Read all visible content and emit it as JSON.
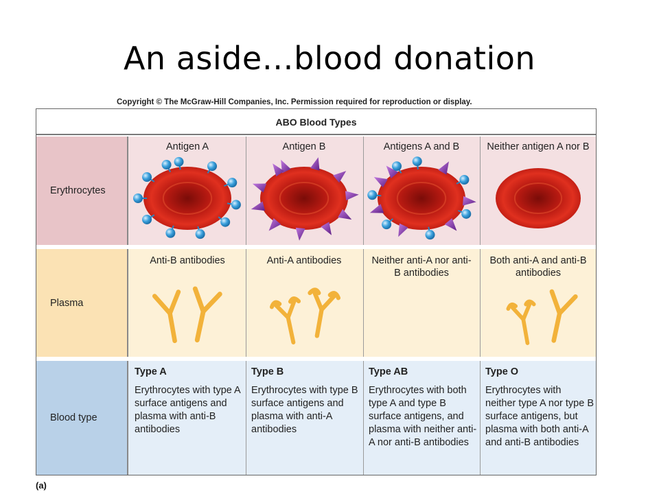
{
  "slide": {
    "title": "An aside…blood donation",
    "copyright": "Copyright © The McGraw-Hill Companies, Inc. Permission required for reproduction or display.",
    "figure_label": "(a)"
  },
  "table": {
    "header": "ABO Blood Types",
    "row_labels": {
      "erythrocytes": "Erythrocytes",
      "plasma": "Plasma",
      "blood_type": "Blood type"
    },
    "columns": [
      {
        "antigen": "Antigen A",
        "antibodies": "Anti-B antibodies",
        "type_name": "Type A",
        "description": "Erythrocytes with type A surface antigens and plasma with anti-B antibodies"
      },
      {
        "antigen": "Antigen B",
        "antibodies": "Anti-A antibodies",
        "type_name": "Type B",
        "description": "Erythrocytes with type B surface antigens and plasma with anti-A antibodies"
      },
      {
        "antigen": "Antigens A and B",
        "antibodies": "Neither anti-A nor anti-B antibodies",
        "type_name": "Type AB",
        "description": "Erythrocytes with both type A and type B surface antigens, and plasma with neither anti-A nor anti-B antibodies"
      },
      {
        "antigen": "Neither antigen A nor B",
        "antibodies": "Both anti-A and anti-B antibodies",
        "type_name": "Type O",
        "description": "Erythrocytes with neither type A nor type B surface antigens, but plasma with both anti-A and anti-B antibodies"
      }
    ]
  },
  "colors": {
    "erythrocyte_row": "#f4e0e2",
    "plasma_row": "#fdf1d7",
    "blood_type_row": "#e4eef8",
    "antigen_a": "#3aa0dc",
    "antigen_b": "#8a3bb0",
    "antibody": "#f2b23a",
    "cell": "#c8201a"
  }
}
